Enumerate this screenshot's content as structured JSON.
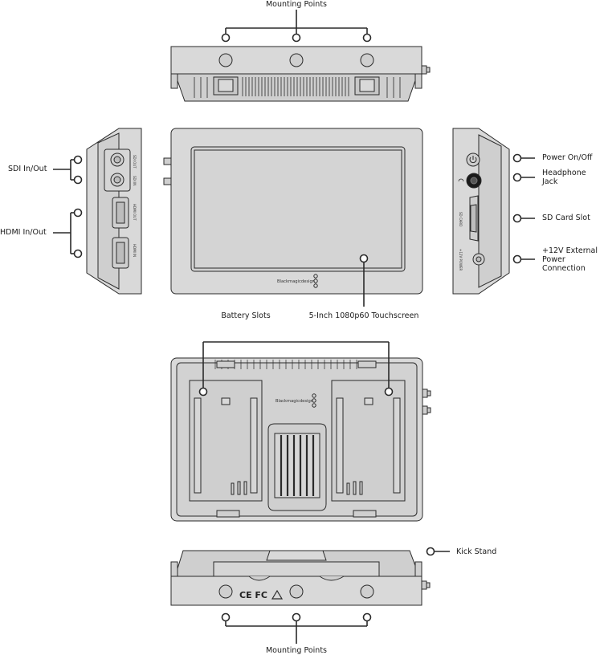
{
  "labels": {
    "mounting_top": "Mounting Points",
    "mounting_bottom": "Mounting Points",
    "sdi": "SDI In/Out",
    "hdmi": "HDMI In/Out",
    "power": "Power On/Off",
    "headphone": "Headphone Jack",
    "sd_card": "SD Card Slot",
    "ext_power": "+12V External Power Connection",
    "battery_slots": "Battery Slots",
    "touchscreen": "5-Inch 1080p60 Touchscreen",
    "kick_stand": "Kick Stand"
  },
  "device": {
    "brand": "Blackmagicdesign",
    "port_sdi_out": "SDI OUT",
    "port_sdi_in": "SDI IN",
    "port_hdmi_out": "HDMI OUT",
    "port_hdmi_in": "HDMI IN",
    "port_sd_card": "SD CARD",
    "port_power": "+12V POWER",
    "cert_marks": "CE FC"
  },
  "colors": {
    "body": "#d9d9d9",
    "body_dark": "#bdbdbd",
    "outline": "#2a2a2a",
    "background": "#ffffff"
  }
}
